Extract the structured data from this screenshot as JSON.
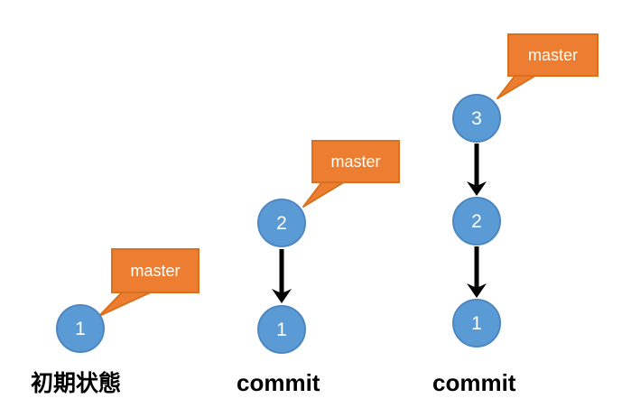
{
  "figure": {
    "description": "git commit history diagram with three stages",
    "colors": {
      "background": "#ffffff",
      "node_fill": "#5b9bd5",
      "node_border": "#4d87c2",
      "node_text": "#ffffff",
      "callout_fill": "#ed7d31",
      "callout_border": "#d9701e",
      "callout_text": "#ffffff",
      "arrow": "#000000",
      "caption_text": "#000000"
    },
    "panels": [
      {
        "caption": "初期状態",
        "callout_label": "master",
        "nodes": [
          "1"
        ]
      },
      {
        "caption": "commit",
        "callout_label": "master",
        "nodes": [
          "2",
          "1"
        ]
      },
      {
        "caption": "commit",
        "callout_label": "master",
        "nodes": [
          "3",
          "2",
          "1"
        ]
      }
    ]
  }
}
